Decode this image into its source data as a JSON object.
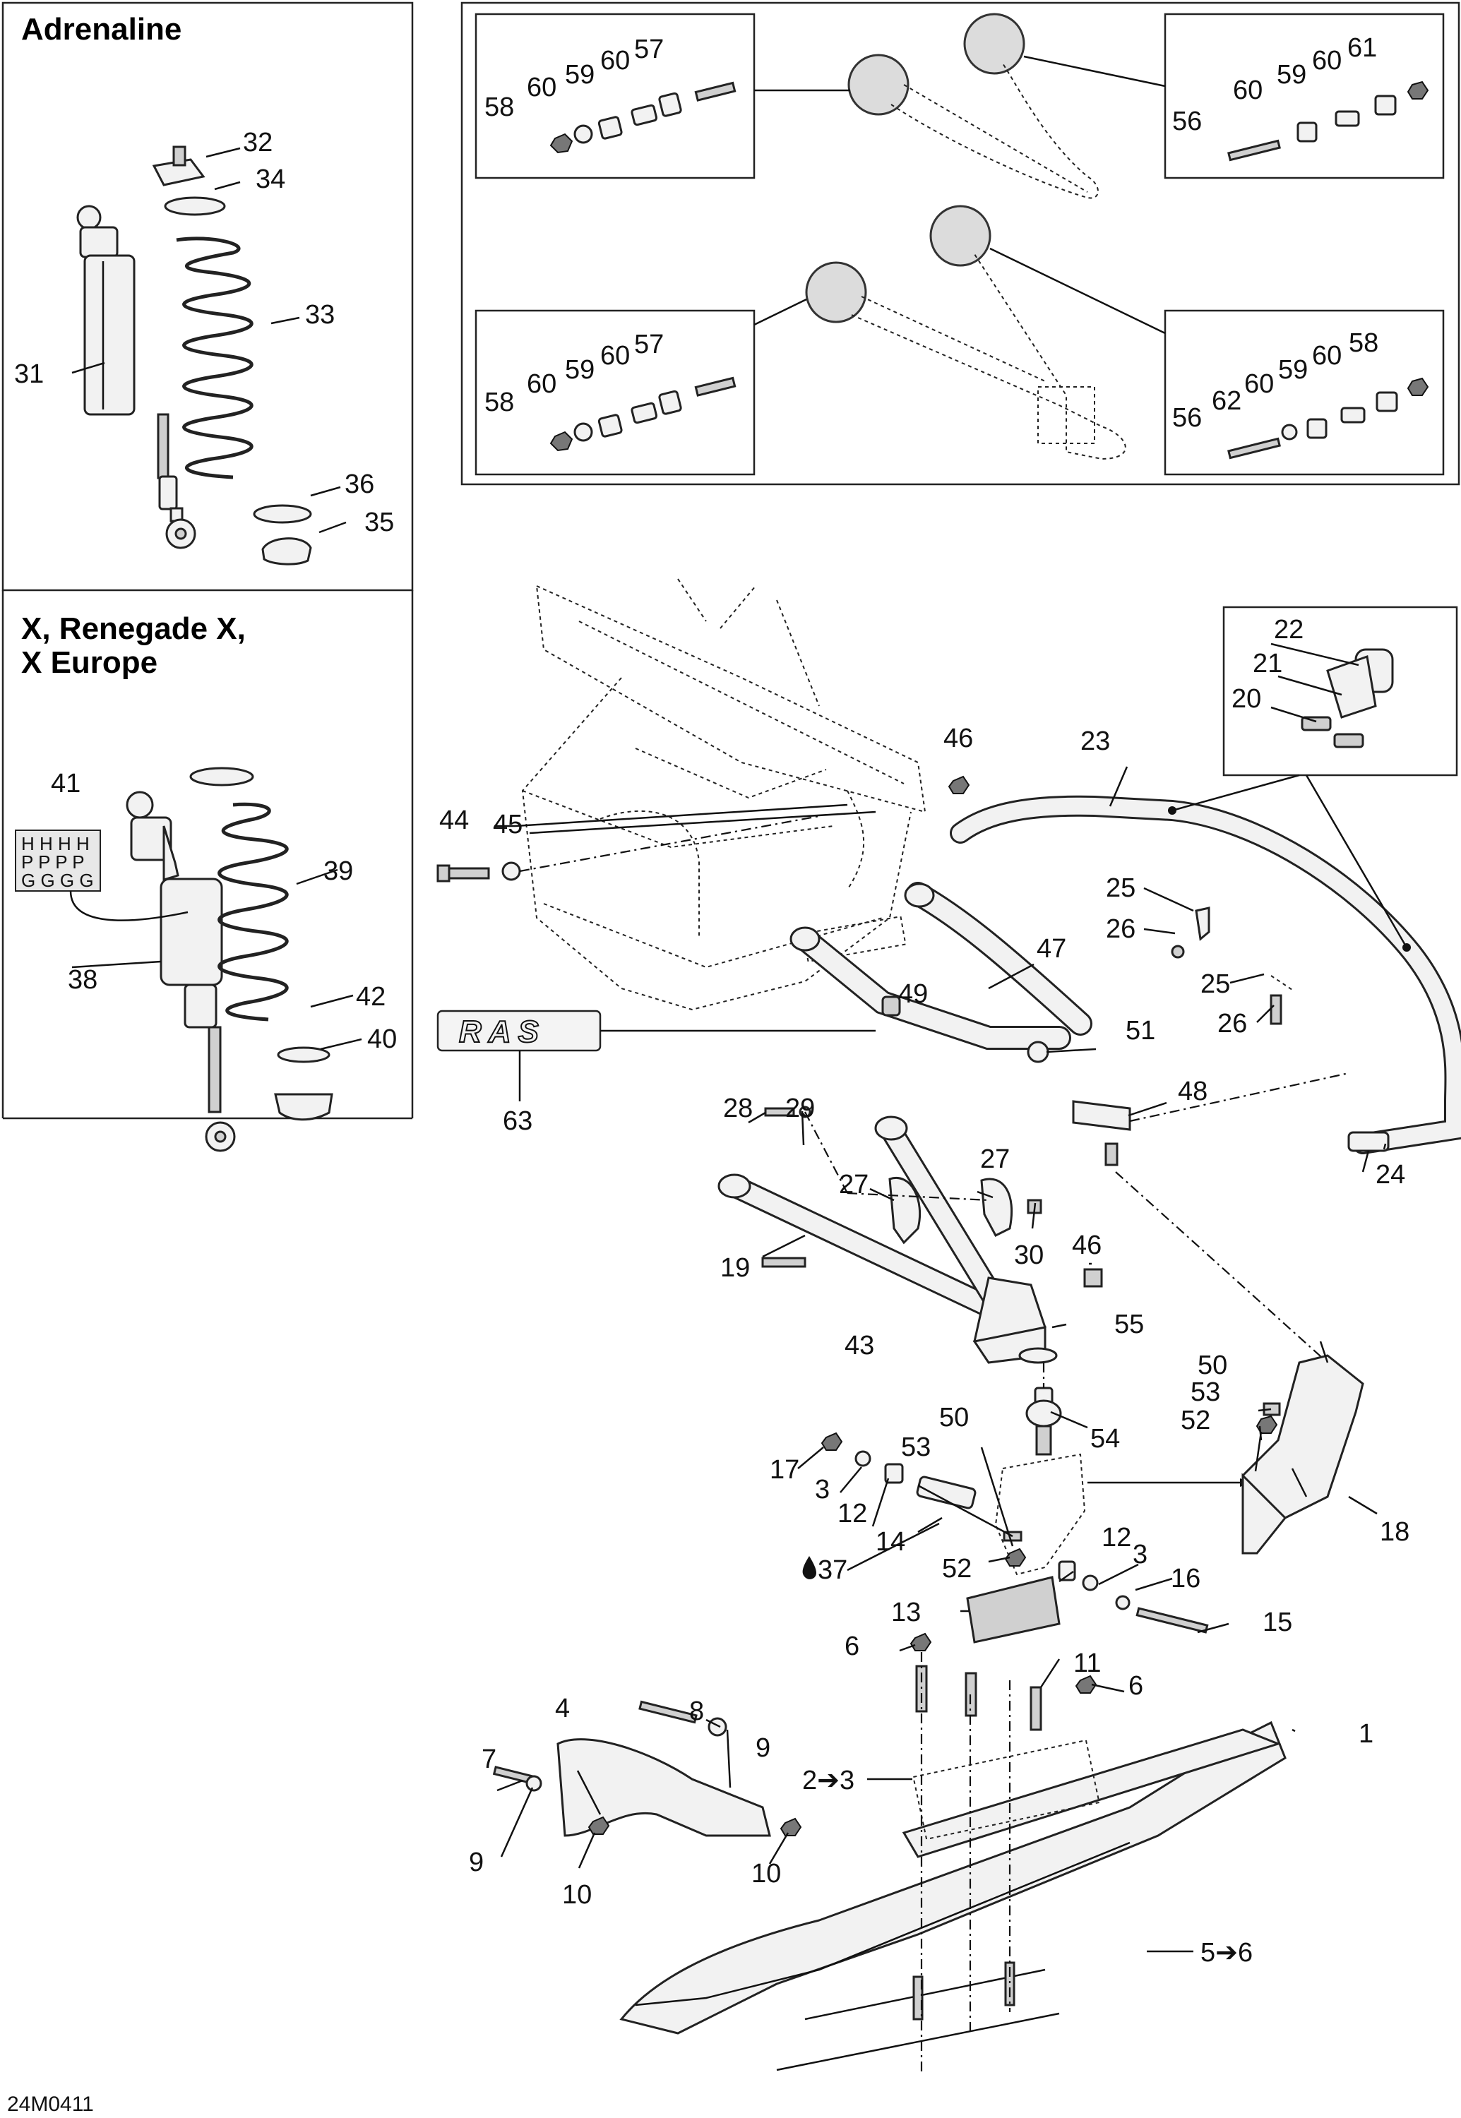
{
  "variants": {
    "adrenaline": "Adrenaline",
    "x_line1": "X, Renegade X,",
    "x_line2": "X Europe"
  },
  "figure_code": "24M0411",
  "logo_text": "RAS",
  "callouts": [
    {
      "id": "c1",
      "text": "1"
    },
    {
      "id": "c2",
      "text": "2➔3"
    },
    {
      "id": "c3a",
      "text": "3"
    },
    {
      "id": "c3b",
      "text": "3"
    },
    {
      "id": "c4",
      "text": "4"
    },
    {
      "id": "c5",
      "text": "5➔6"
    },
    {
      "id": "c6a",
      "text": "6"
    },
    {
      "id": "c6b",
      "text": "6"
    },
    {
      "id": "c7",
      "text": "7"
    },
    {
      "id": "c8",
      "text": "8"
    },
    {
      "id": "c9a",
      "text": "9"
    },
    {
      "id": "c9b",
      "text": "9"
    },
    {
      "id": "c10a",
      "text": "10"
    },
    {
      "id": "c10b",
      "text": "10"
    },
    {
      "id": "c11",
      "text": "11"
    },
    {
      "id": "c12a",
      "text": "12"
    },
    {
      "id": "c12b",
      "text": "12"
    },
    {
      "id": "c13",
      "text": "13"
    },
    {
      "id": "c14",
      "text": "14"
    },
    {
      "id": "c15",
      "text": "15"
    },
    {
      "id": "c16",
      "text": "16"
    },
    {
      "id": "c17",
      "text": "17"
    },
    {
      "id": "c18",
      "text": "18"
    },
    {
      "id": "c19",
      "text": "19"
    },
    {
      "id": "c20",
      "text": "20"
    },
    {
      "id": "c21",
      "text": "21"
    },
    {
      "id": "c22",
      "text": "22"
    },
    {
      "id": "c23",
      "text": "23"
    },
    {
      "id": "c24",
      "text": "24"
    },
    {
      "id": "c25a",
      "text": "25"
    },
    {
      "id": "c25b",
      "text": "25"
    },
    {
      "id": "c26a",
      "text": "26"
    },
    {
      "id": "c26b",
      "text": "26"
    },
    {
      "id": "c27a",
      "text": "27"
    },
    {
      "id": "c27b",
      "text": "27"
    },
    {
      "id": "c28",
      "text": "28"
    },
    {
      "id": "c29",
      "text": "29"
    },
    {
      "id": "c30",
      "text": "30"
    },
    {
      "id": "c31",
      "text": "31"
    },
    {
      "id": "c32",
      "text": "32"
    },
    {
      "id": "c33",
      "text": "33"
    },
    {
      "id": "c34",
      "text": "34"
    },
    {
      "id": "c35",
      "text": "35"
    },
    {
      "id": "c36",
      "text": "36"
    },
    {
      "id": "c37",
      "text": "37"
    },
    {
      "id": "c38",
      "text": "38"
    },
    {
      "id": "c39",
      "text": "39"
    },
    {
      "id": "c40",
      "text": "40"
    },
    {
      "id": "c41",
      "text": "41"
    },
    {
      "id": "c42",
      "text": "42"
    },
    {
      "id": "c43",
      "text": "43"
    },
    {
      "id": "c44",
      "text": "44"
    },
    {
      "id": "c45",
      "text": "45"
    },
    {
      "id": "c46a",
      "text": "46"
    },
    {
      "id": "c46b",
      "text": "46"
    },
    {
      "id": "c47",
      "text": "47"
    },
    {
      "id": "c48",
      "text": "48"
    },
    {
      "id": "c49",
      "text": "49"
    },
    {
      "id": "c50a",
      "text": "50"
    },
    {
      "id": "c50b",
      "text": "50"
    },
    {
      "id": "c51",
      "text": "51"
    },
    {
      "id": "c52a",
      "text": "52"
    },
    {
      "id": "c52b",
      "text": "52"
    },
    {
      "id": "c53a",
      "text": "53"
    },
    {
      "id": "c53b",
      "text": "53"
    },
    {
      "id": "c54",
      "text": "54"
    },
    {
      "id": "c55",
      "text": "55"
    },
    {
      "id": "c56a",
      "text": "56"
    },
    {
      "id": "c56b",
      "text": "56"
    },
    {
      "id": "c57a",
      "text": "57"
    },
    {
      "id": "c57b",
      "text": "57"
    },
    {
      "id": "c58a",
      "text": "58"
    },
    {
      "id": "c58b",
      "text": "58"
    },
    {
      "id": "c58c",
      "text": "58"
    },
    {
      "id": "c59a",
      "text": "59"
    },
    {
      "id": "c59b",
      "text": "59"
    },
    {
      "id": "c59c",
      "text": "59"
    },
    {
      "id": "c59d",
      "text": "59"
    },
    {
      "id": "c60a",
      "text": "60"
    },
    {
      "id": "c60b",
      "text": "60"
    },
    {
      "id": "c60c",
      "text": "60"
    },
    {
      "id": "c60d",
      "text": "60"
    },
    {
      "id": "c60e",
      "text": "60"
    },
    {
      "id": "c60f",
      "text": "60"
    },
    {
      "id": "c60g",
      "text": "60"
    },
    {
      "id": "c60h",
      "text": "60"
    },
    {
      "id": "c61",
      "text": "61"
    },
    {
      "id": "c62",
      "text": "62"
    },
    {
      "id": "c63",
      "text": "63"
    }
  ]
}
